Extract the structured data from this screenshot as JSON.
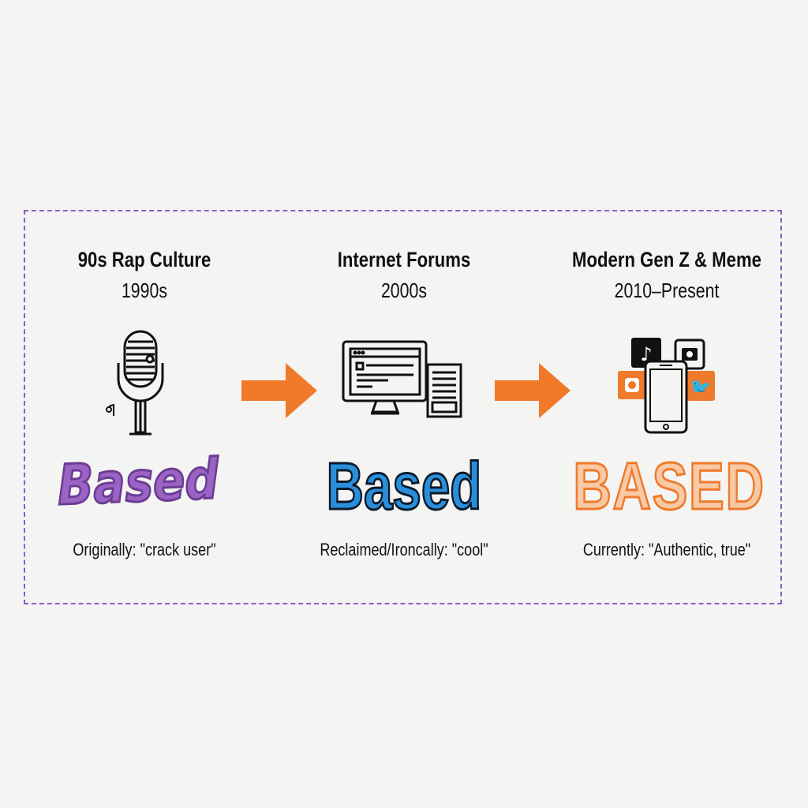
{
  "stages": [
    {
      "title": "90s Rap Culture",
      "year": "1990s",
      "word": "Based",
      "caption": "Originally: \"crack user\""
    },
    {
      "title": "Internet Forums",
      "year": "2000s",
      "word": "Based",
      "caption": "Reclaimed/Ironcally: \"cool\""
    },
    {
      "title": "Modern Gen Z & Meme",
      "year": "2010–Present",
      "word": "BASED",
      "caption": "Currently: \"Authentic, true\""
    }
  ],
  "colors": {
    "frame": "#8b5fc2",
    "arrow": "#f07a2a",
    "purple": "#9b63c4",
    "blue": "#2a8fdb",
    "orange": "#ee7a2c"
  }
}
